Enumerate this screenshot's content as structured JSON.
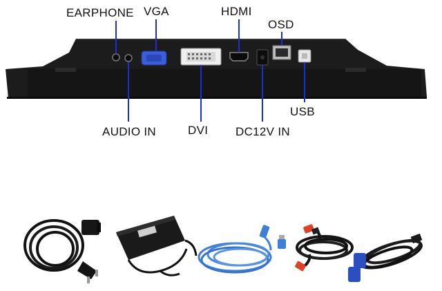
{
  "ports": {
    "earphone": "EARPHONE",
    "vga": "VGA",
    "hdmi": "HDMI",
    "osd": "OSD",
    "audio_in": "AUDIO IN",
    "dvi": "DVI",
    "dc12v_in": "DC12V IN",
    "usb": "USB"
  },
  "colors": {
    "background": "#ffffff",
    "panel": "#1c1c1c",
    "leader_line": "#1a2fd6",
    "vga_port": "#3a5fd8",
    "usb_cable": "#3f7fd6",
    "hdmi_tip": "#e0402a"
  },
  "accessories": [
    "power-cord",
    "power-adapter",
    "usb-cable",
    "hdmi-cable",
    "vga-cable"
  ]
}
